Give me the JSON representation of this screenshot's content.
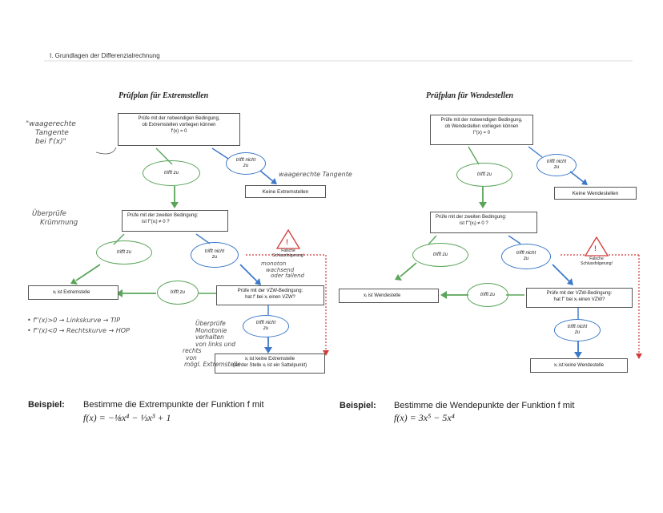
{
  "header": {
    "left_text": "I. Grundlagen der Differenzialrechnung"
  },
  "extrem": {
    "title": "Prüfplan für Extremstellen",
    "box1": [
      "Prüfe mit der notwendigen Bedingung,",
      "ob Extremstellen vorliegen können",
      "f'(x) = 0"
    ],
    "trifft_zu_1": "trifft zu",
    "trifft_nicht_1": [
      "trifft nicht",
      "zu"
    ],
    "keine": "Keine Extremstellen",
    "box2": [
      "Prüfe mit der zweiten Bedingung:",
      "ist f''(xᵢ) ≠ 0 ?"
    ],
    "trifft_zu_2": "trifft zu",
    "trifft_nicht_2": [
      "trifft nicht",
      "zu"
    ],
    "warn": [
      "Falsche",
      "Schlussfolgerung!"
    ],
    "result": "xᵢ ist Extremstelle",
    "trifft_zu_3": "trifft zu",
    "box3": [
      "Prüfe mit der VZW-Bedingung:",
      "hat f' bei xᵢ einen VZW?"
    ],
    "trifft_nicht_3": [
      "trifft nicht",
      "zu"
    ],
    "keine_extrem": [
      "xᵢ ist keine Extremstelle",
      "(an der Stelle xᵢ ist ein Sattelpunkt)"
    ]
  },
  "wende": {
    "title": "Prüfplan für Wendestellen",
    "box1": [
      "Prüfe mit der notwendigen Bedingung,",
      "ob Wendestellen vorliegen können",
      "f''(x) = 0"
    ],
    "trifft_zu_1": "trifft zu",
    "trifft_nicht_1": [
      "trifft nicht",
      "zu"
    ],
    "keine": "Keine Wendestellen",
    "box2": [
      "Prüfe mit der zweiten Bedingung:",
      "ist f'''(xᵢ) ≠ 0 ?"
    ],
    "trifft_zu_2": "trifft zu",
    "trifft_nicht_2": [
      "trifft nicht",
      "zu"
    ],
    "warn": [
      "Falsche",
      "Schlussfolgerung!"
    ],
    "result": "xᵢ ist Wendestelle",
    "trifft_zu_3": "trifft zu",
    "box3": [
      "Prüfe mit der VZW-Bedingung:",
      "hat f'' bei xᵢ einen VZW?"
    ],
    "trifft_nicht_3": [
      "trifft nicht",
      "zu"
    ],
    "keine_wende": "xᵢ ist keine Wendestelle"
  },
  "handwriting": {
    "waagerechte": [
      "\"waagerechte",
      "Tangente",
      "bei f'(x)\""
    ],
    "waag_tangente": "waagerechte Tangente",
    "ueberpruefe": [
      "Überprüfe",
      "Krümmung"
    ],
    "monoton": [
      "monoton",
      "wachsend",
      "oder fallend"
    ],
    "bullets": [
      "• f''(x)>0 → Linkskurve → TIP",
      "• f''(x)<0 → Rechtskurve → HOP"
    ],
    "ueberpruefe2": [
      "Überprüfe",
      "Monotonie",
      "verhalten",
      "von links und",
      "rechts",
      "von",
      "mögl. Extremstelle"
    ]
  },
  "bottom": {
    "left_label": "Beispiel:",
    "left_text": "Bestimme die Extrempunkte der Funktion f mit",
    "left_formula": "f(x) = −⅛x⁴ − ⅓x³ + 1",
    "right_label": "Beispiel:",
    "right_text": "Bestimme die Wendepunkte der Funktion f mit",
    "right_formula": "f(x) = 3x⁵ − 5x⁴"
  },
  "colors": {
    "green": "#5aa55a",
    "blue": "#3d79c9",
    "red": "#d23a3a"
  }
}
